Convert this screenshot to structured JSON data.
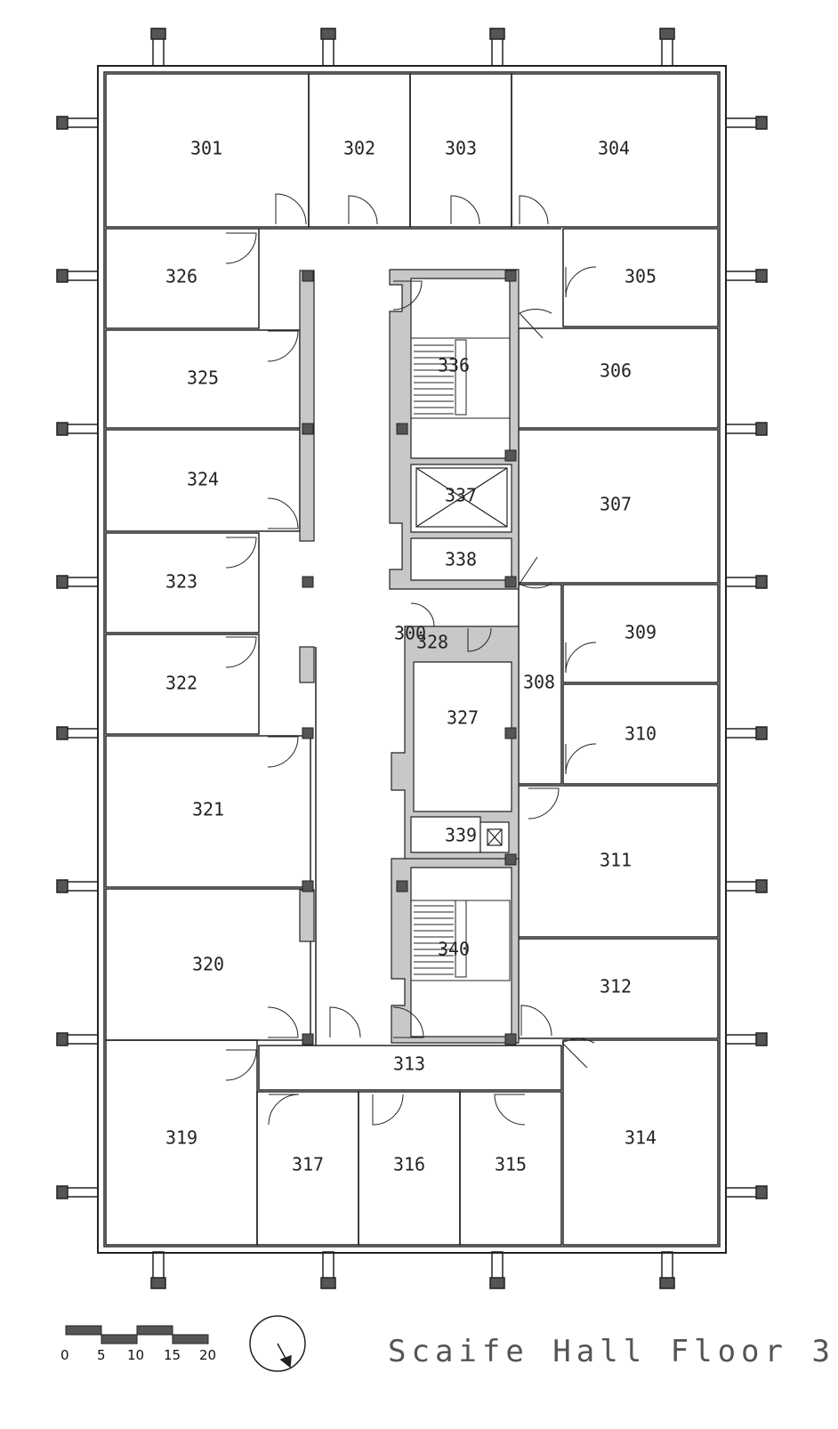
{
  "title": "Scaife Hall Floor 3",
  "rooms": [
    {
      "id": "301",
      "label": "301"
    },
    {
      "id": "302",
      "label": "302"
    },
    {
      "id": "303",
      "label": "303"
    },
    {
      "id": "304",
      "label": "304"
    },
    {
      "id": "305",
      "label": "305"
    },
    {
      "id": "306",
      "label": "306"
    },
    {
      "id": "307",
      "label": "307"
    },
    {
      "id": "308",
      "label": "308"
    },
    {
      "id": "309",
      "label": "309"
    },
    {
      "id": "310",
      "label": "310"
    },
    {
      "id": "311",
      "label": "311"
    },
    {
      "id": "312",
      "label": "312"
    },
    {
      "id": "313",
      "label": "313"
    },
    {
      "id": "314",
      "label": "314"
    },
    {
      "id": "315",
      "label": "315"
    },
    {
      "id": "316",
      "label": "316"
    },
    {
      "id": "317",
      "label": "317"
    },
    {
      "id": "319",
      "label": "319"
    },
    {
      "id": "320",
      "label": "320"
    },
    {
      "id": "321",
      "label": "321"
    },
    {
      "id": "322",
      "label": "322"
    },
    {
      "id": "323",
      "label": "323"
    },
    {
      "id": "324",
      "label": "324"
    },
    {
      "id": "325",
      "label": "325"
    },
    {
      "id": "326",
      "label": "326"
    },
    {
      "id": "327",
      "label": "327"
    },
    {
      "id": "328",
      "label": "328"
    },
    {
      "id": "300",
      "label": "300"
    },
    {
      "id": "336",
      "label": "336"
    },
    {
      "id": "337",
      "label": "337"
    },
    {
      "id": "338",
      "label": "338"
    },
    {
      "id": "339",
      "label": "339"
    },
    {
      "id": "340",
      "label": "340"
    }
  ],
  "scale_bar": {
    "labels": [
      "0",
      "5",
      "10",
      "15",
      "20"
    ]
  },
  "colors": {
    "wall": "#222222",
    "fill": "#c8c8c8",
    "core": "#d0d0d0"
  }
}
